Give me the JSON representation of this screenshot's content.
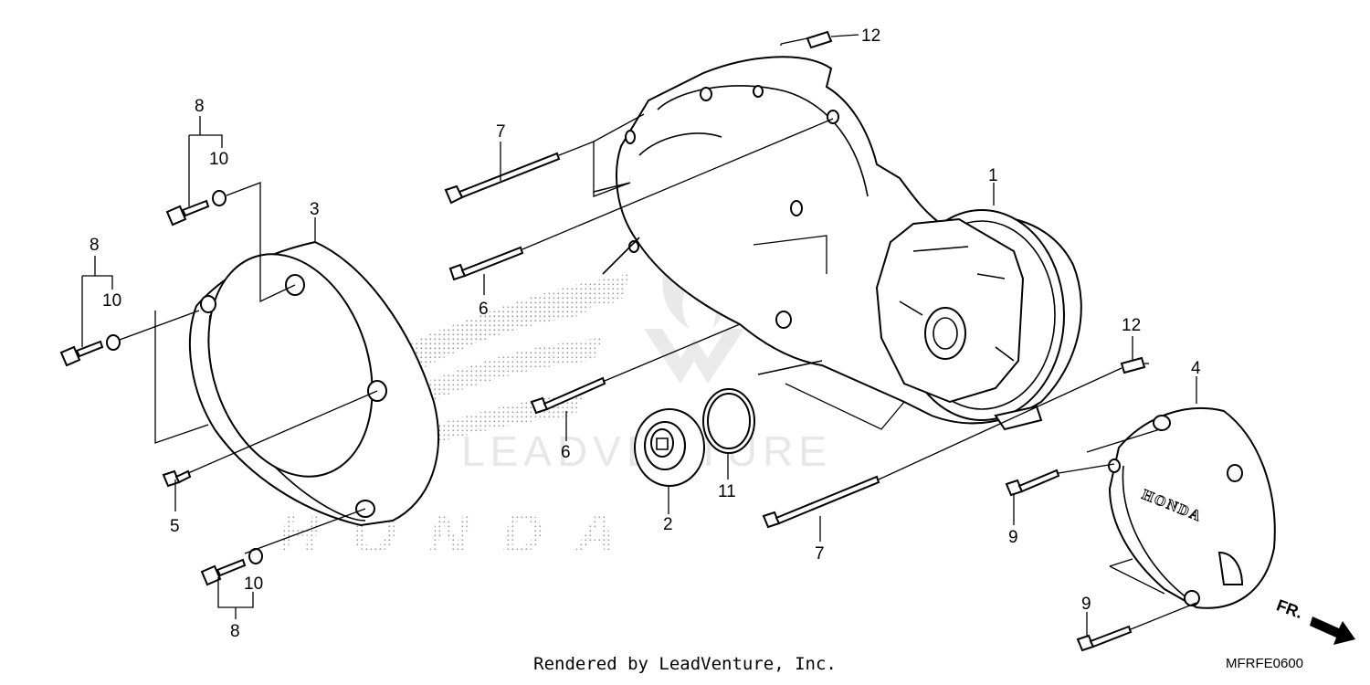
{
  "brand_watermark": "HONDA",
  "watermark_logo": "leadventure-flame-logo",
  "watermark_text": "LEADVENTURE",
  "cover_emblem": "HONDA",
  "direction_label": "FR.",
  "footer": {
    "rendered_by": "Rendered by LeadVenture, Inc.",
    "diagram_code": "MFRFE0600"
  },
  "callouts": {
    "c1": "1",
    "c2": "2",
    "c3": "3",
    "c4": "4",
    "c5": "5",
    "c6a": "6",
    "c6b": "6",
    "c7a": "7",
    "c7b": "7",
    "c8a": "8",
    "c8b": "8",
    "c8c": "8",
    "c9a": "9",
    "c9b": "9",
    "c10a": "10",
    "c10b": "10",
    "c10c": "10",
    "c11": "11",
    "c12a": "12",
    "c12b": "12"
  }
}
